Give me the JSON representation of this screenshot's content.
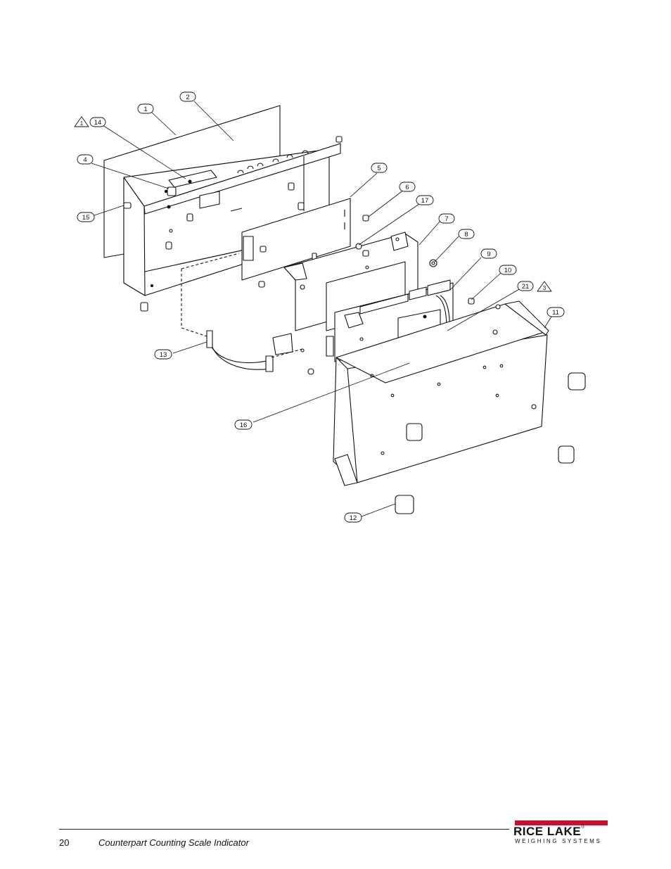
{
  "footer": {
    "page_number": "20",
    "doc_title": "Counterpart Counting Scale Indicator"
  },
  "logo": {
    "name": "RICE LAKE",
    "tagline": "WEIGHING SYSTEMS",
    "registered": "®",
    "bar_color": "#c8102e"
  },
  "drawing": {
    "callouts": [
      "1",
      "2",
      "14",
      "4",
      "15",
      "5",
      "6",
      "17",
      "7",
      "8",
      "9",
      "10",
      "21",
      "11",
      "13",
      "16",
      "12"
    ],
    "note_flags": [
      "1",
      "3"
    ]
  }
}
